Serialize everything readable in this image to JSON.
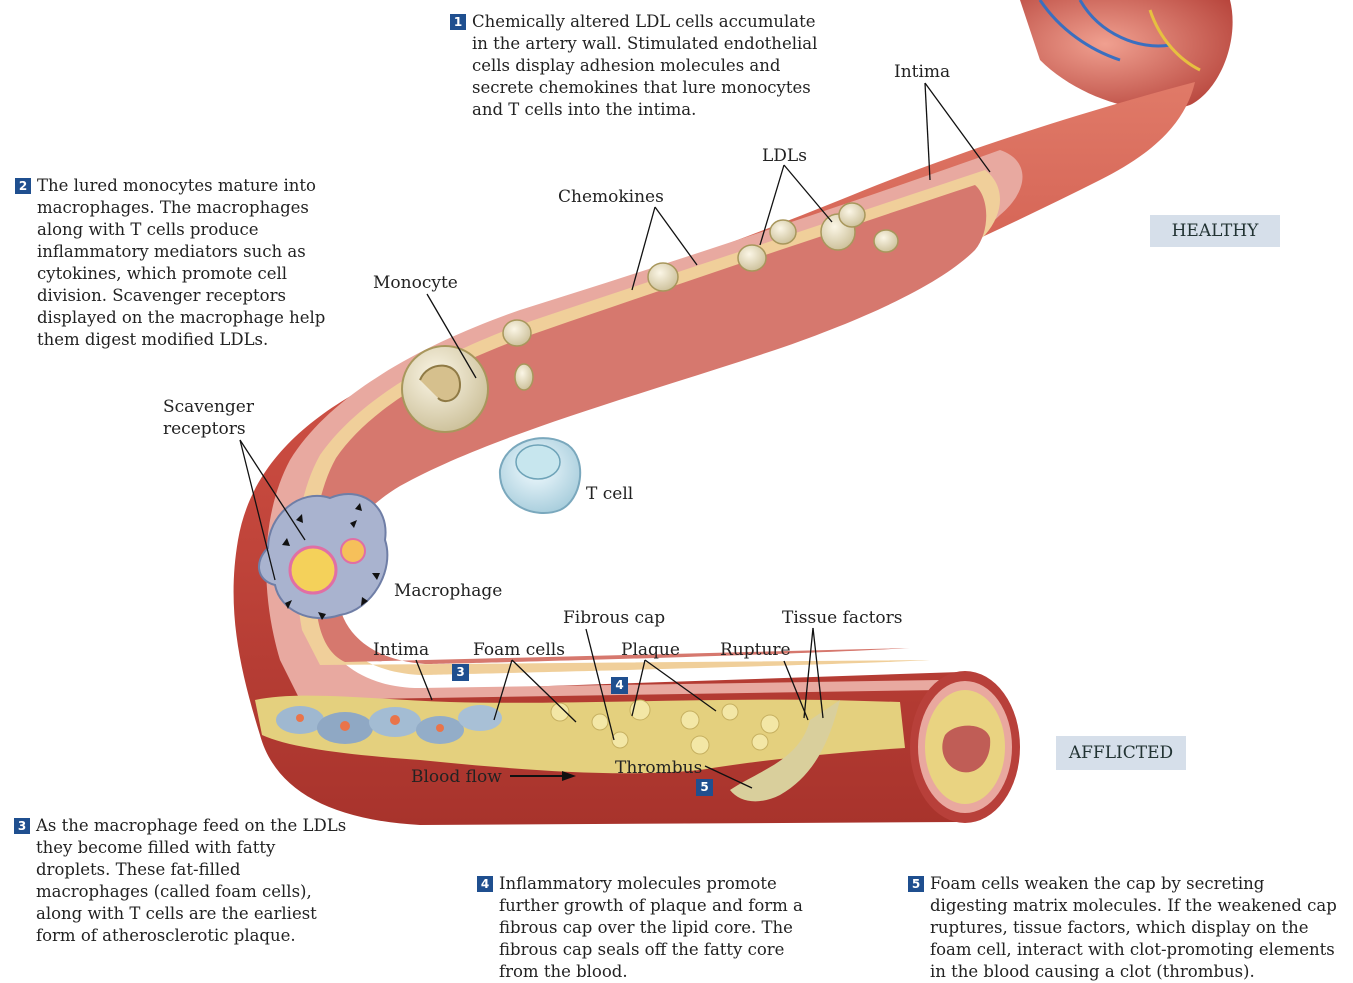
{
  "steps": [
    {
      "num": "1",
      "text": "Chemically altered LDL cells accumulate in the artery wall. Stimulated endothelial cells display adhesion molecules and secrete chemokines that lure monocytes and T cells into the intima."
    },
    {
      "num": "2",
      "text": "The lured monocytes mature into macrophages. The macrophages along with T cells produce inflammatory mediators such as cytokines, which promote cell division. Scavenger receptors displayed on the macrophage help them digest modified LDLs."
    },
    {
      "num": "3",
      "text": "As the macrophage feed on the LDLs they become filled with fatty droplets. These fat-filled macrophages (called foam cells), along with T cells are the earliest form of atherosclerotic plaque."
    },
    {
      "num": "4",
      "text": "Inflammatory molecules promote further growth of plaque and form a fibrous cap over the lipid core. The fibrous cap seals off the fatty core from the blood."
    },
    {
      "num": "5",
      "text": "Foam cells weaken the cap by secreting digesting matrix molecules. If the weakened cap ruptures, tissue factors, which display on the foam cell, interact with clot-promoting elements in the blood causing a clot (thrombus)."
    }
  ],
  "labels": {
    "intima_top": "Intima",
    "ldls": "LDLs",
    "chemokines": "Chemokines",
    "monocyte": "Monocyte",
    "scavenger_receptors": "Scavenger receptors",
    "t_cell": "T cell",
    "macrophage": "Macrophage",
    "fibrous_cap": "Fibrous cap",
    "tissue_factors": "Tissue factors",
    "intima_bottom": "Intima",
    "foam_cells": "Foam cells",
    "plaque": "Plaque",
    "rupture": "Rupture",
    "blood_flow": "Blood flow",
    "thrombus": "Thrombus"
  },
  "states": {
    "healthy": "HEALTHY",
    "afflicted": "AFFLICTED"
  },
  "colors": {
    "badge": "#1f4f8f",
    "artery_wall": "#c9504a",
    "intima": "#f0cf9a",
    "lumen": "#d97a6f",
    "plaque": "#e6d58a",
    "state_box": "#d6dfea"
  }
}
